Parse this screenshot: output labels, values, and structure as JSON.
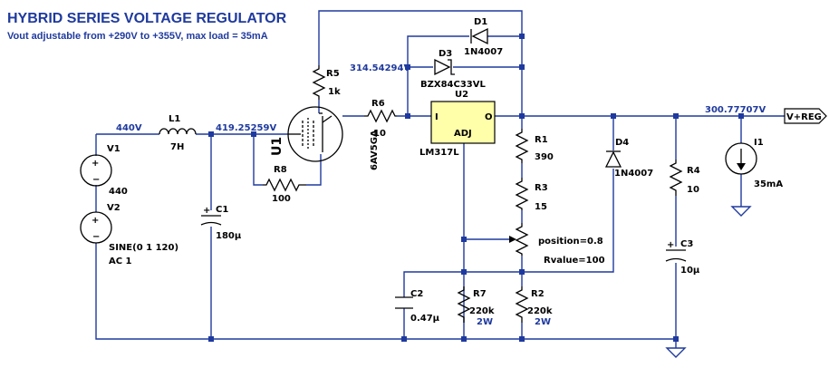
{
  "header": {
    "title": "HYBRID SERIES VOLTAGE REGULATOR",
    "subtitle": "Vout adjustable from +290V to +355V, max load = 35mA"
  },
  "nets": {
    "n440": "440V",
    "n419": "419.25259V",
    "n314": "314.54294V",
    "nout": "300.77707V",
    "vreg": "V+REG"
  },
  "components": {
    "v1": {
      "ref": "V1",
      "value": "440"
    },
    "v2": {
      "ref": "V2",
      "value": "SINE(0 1 120)",
      "value2": "AC 1"
    },
    "l1": {
      "ref": "L1",
      "value": "7H"
    },
    "c1": {
      "ref": "C1",
      "value": "180µ"
    },
    "u1": {
      "ref": "U1",
      "value": "6AV5GA"
    },
    "r5": {
      "ref": "R5",
      "value": "1k"
    },
    "r8": {
      "ref": "R8",
      "value": "100"
    },
    "r6": {
      "ref": "R6",
      "value": "10"
    },
    "d1": {
      "ref": "D1",
      "value": "1N4007"
    },
    "d3": {
      "ref": "D3",
      "value": "BZX84C33VL"
    },
    "u2": {
      "ref": "U2",
      "value": "LM317L",
      "pin_in": "I",
      "pin_out": "O",
      "pin_adj": "ADJ"
    },
    "r1": {
      "ref": "R1",
      "value": "390"
    },
    "r3": {
      "ref": "R3",
      "value": "15"
    },
    "pot": {
      "position": "position=0.8",
      "rvalue": "Rvalue=100"
    },
    "d4": {
      "ref": "D4",
      "value": "1N4007"
    },
    "r4": {
      "ref": "R4",
      "value": "10"
    },
    "c3": {
      "ref": "C3",
      "value": "10µ"
    },
    "i1": {
      "ref": "I1",
      "value": "35mA"
    },
    "c2": {
      "ref": "C2",
      "value": "0.47µ"
    },
    "r7": {
      "ref": "R7",
      "value": "220k",
      "value2": "2W"
    },
    "r2": {
      "ref": "R2",
      "value": "220k",
      "value2": "2W"
    }
  },
  "symbols": {
    "plus": "+",
    "minus": "−"
  },
  "colors": {
    "wire": "#1f3a9e",
    "component": "#000000",
    "ic_fill": "#ffffaa"
  }
}
